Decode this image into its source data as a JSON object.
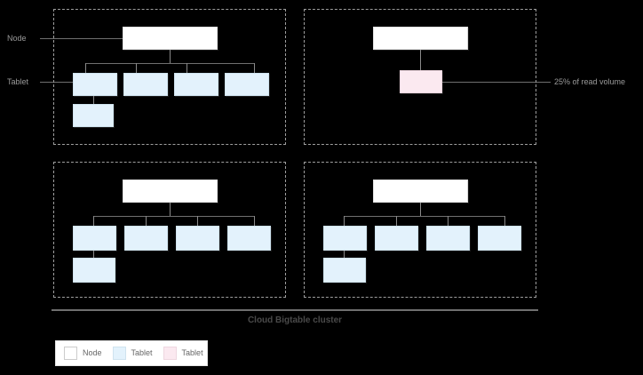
{
  "diagram": {
    "caption": "Cloud Bigtable cluster",
    "annotations": {
      "node_label": "Node",
      "tablet_label": "Tablet",
      "read_volume_label": "25% of read volume"
    },
    "colors": {
      "node_fill": "#ffffff",
      "tablet_fill": "#e3f2fc",
      "hot_tablet_fill": "#fbe9f0",
      "connector": "#6f6f6f",
      "quadrant_border": "#9e9e9e",
      "background": "#000000",
      "label_text": "#9a9a9a",
      "caption_text": "#4a4a4a"
    },
    "quadrants": [
      {
        "id": "top-left",
        "node_count": 1,
        "tablet_count": 5,
        "hot_tablet_count": 0
      },
      {
        "id": "top-right",
        "node_count": 1,
        "tablet_count": 0,
        "hot_tablet_count": 1
      },
      {
        "id": "bottom-left",
        "node_count": 1,
        "tablet_count": 5,
        "hot_tablet_count": 0
      },
      {
        "id": "bottom-right",
        "node_count": 1,
        "tablet_count": 5,
        "hot_tablet_count": 0
      }
    ]
  },
  "legend": {
    "items": [
      {
        "label": "Node",
        "color": "#ffffff"
      },
      {
        "label": "Tablet",
        "color": "#e3f2fc"
      },
      {
        "label": "Tablet",
        "color": "#fbe9f0"
      }
    ]
  }
}
